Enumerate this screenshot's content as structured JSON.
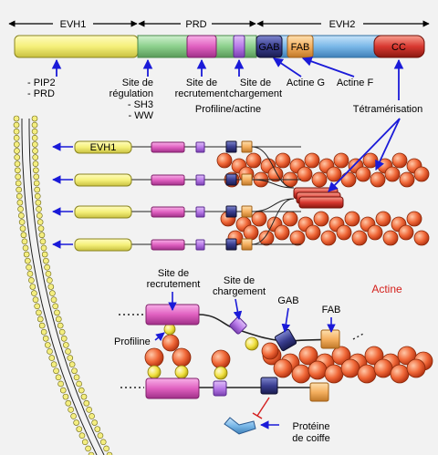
{
  "domains": {
    "evh1": "EVH1",
    "prd": "PRD",
    "evh2": "EVH2",
    "gab": "GAB",
    "fab": "FAB",
    "cc": "CC"
  },
  "labels": {
    "pip2": "- PIP2",
    "prd_partner": "- PRD",
    "site_regulation_1": "Site de",
    "site_regulation_2": "régulation",
    "sh3": "- SH3",
    "ww": "- WW",
    "site_recrutement_1": "Site de",
    "site_recrutement_2": "recrutement",
    "site_chargement_1": "Site de",
    "site_chargement_2": "chargement",
    "actine_g": "Actine G",
    "actine_f": "Actine F",
    "profiline_actine": "Profiline/actine",
    "tetramerisation": "Tétramérisation",
    "evh1_small": "EVH1",
    "zoom_site_recrutement_1": "Site de",
    "zoom_site_recrutement_2": "recrutement",
    "zoom_site_chargement_1": "Site de",
    "zoom_site_chargement_2": "chargement",
    "zoom_gab": "GAB",
    "zoom_fab": "FAB",
    "actine": "Actine",
    "profiline": "Profiline",
    "proteine_coiffe_1": "Protéine",
    "proteine_coiffe_2": "de coiffe"
  },
  "colors": {
    "evh1": "#f5f07a",
    "prd_green": "#9ad89a",
    "recruit": "#e060c0",
    "loading": "#b87ae8",
    "gab": "#3a3e90",
    "fab": "#f5b060",
    "evh2": "#7ab8e8",
    "cc": "#d83830",
    "actin": "#f07040",
    "profilin": "#f0e040",
    "arrow": "#1a1ad8",
    "capping": "#6a9ad8"
  }
}
